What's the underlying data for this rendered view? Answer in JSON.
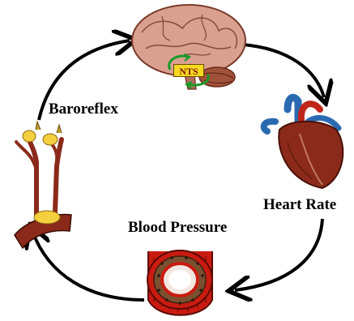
{
  "labels": {
    "baroreflex": "Baroreflex",
    "heart_rate": "Heart Rate",
    "blood_pressure": "Blood Pressure",
    "nts": "NTS"
  },
  "colors": {
    "brain": "#d9a090",
    "heart": "#8b2a1a",
    "vessel_wall": "#c91b10",
    "nerve": "#8b2a1a",
    "receptor": "#f4d03f",
    "nts_box": "#f6d820",
    "nts_arrows": "#1a9a2a",
    "arrow": "#000000"
  },
  "icons": [
    "brain-icon",
    "heart-icon",
    "blood-vessel-icon",
    "baroreceptor-nerve-icon"
  ]
}
